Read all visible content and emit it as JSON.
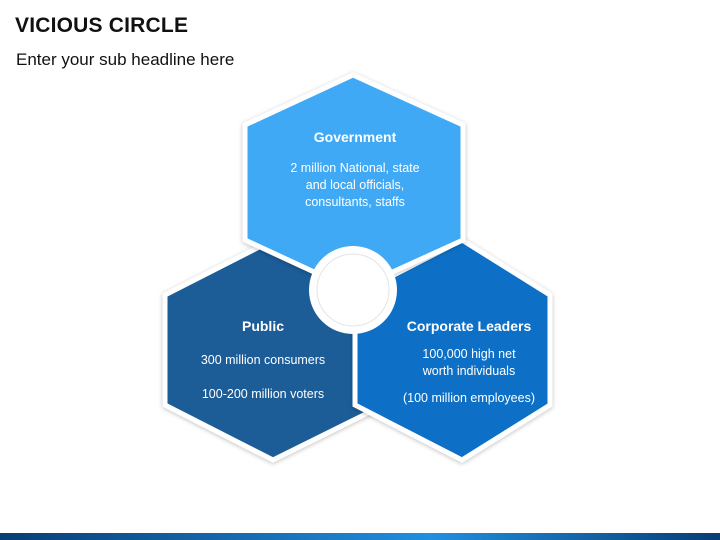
{
  "slide": {
    "title": "VICIOUS CIRCLE",
    "subtitle": "Enter your sub headline here"
  },
  "colors": {
    "government": "#3fa9f5",
    "public": "#1b5b97",
    "corporate": "#0f6fc6",
    "outline": "#ffffff",
    "footer_dark": "#0a3d73",
    "footer_light": "#1f8fe0"
  },
  "nodes": {
    "government": {
      "title": "Government",
      "lines": [
        "2 million National, state",
        "and local officials,",
        "consultants, staffs"
      ]
    },
    "public": {
      "title": "Public",
      "lines": [
        "300 million consumers",
        "100-200 million voters"
      ]
    },
    "corporate": {
      "title": "Corporate Leaders",
      "lines": [
        "100,000 high net",
        "worth individuals",
        "(100 million employees)"
      ]
    }
  }
}
